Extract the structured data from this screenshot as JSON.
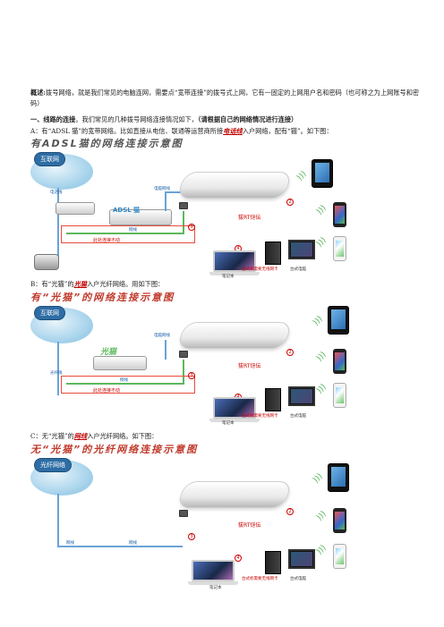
{
  "overview": {
    "label": "概述:",
    "text": "拨号网络，就是我们常见的电脑连网，需要点“宽带连接”的拨号式上网，它有一固定的上网用户名和密码（也可称之为上网账号和密码）"
  },
  "section1": {
    "heading": "一、线路的连接",
    "text": "。我们常见的几种拨号网络连接情况如下，",
    "note": "（请根据自己的网络情况进行连接）"
  },
  "itemA": {
    "prefix": "A：有“ADSL 猫”的宽带网络。比如直接从电信、联通等运营商所接",
    "highlight": "电话线",
    "suffix": "入户网络，配有“猫”。如下图："
  },
  "itemB": {
    "prefix": "B：有“光猫”的",
    "highlight": "光猫",
    "suffix": "入户光纤网络。用如下图："
  },
  "itemC": {
    "prefix": "C：无“光猫”的",
    "highlight": "网线",
    "suffix": "入户光纤网络。如下图："
  },
  "diagramA": {
    "title": "有ADSL猫的网络连接示意图",
    "cloud": "互联网",
    "modem": "ADSL 猫",
    "router": "拔RT伢伝",
    "bottom_note": "此处连接不动",
    "laptop": "笔记本",
    "desktop": "台式机需要无线网卡",
    "pc": "台式电脑",
    "wire1": "电话线",
    "wire2": "网线",
    "wire3": "电脑网线"
  },
  "diagramB": {
    "title": "有“光猫”的网络连接示意图",
    "cloud": "互联网",
    "modem": "光猫",
    "router": "拔RT伢伝",
    "bottom_note": "此处连接不动",
    "laptop": "笔记本",
    "desktop": "台式机需要无线网卡",
    "pc": "台式电脑",
    "wire1": "光纤线",
    "wire2": "网线",
    "wire3": "电脑网线"
  },
  "diagramC": {
    "title": "无“光猫”的光纤网络连接示意图",
    "cloud": "光纤网络",
    "router": "拔RT伢伝",
    "laptop": "笔记本",
    "desktop": "台式机需要无线网卡",
    "pc": "台式电脑",
    "wire1": "网线",
    "wire2": "网线"
  },
  "colors": {
    "accent_red": "#c00000",
    "wire_green": "#5cb85c",
    "wire_blue": "#6aa3d8"
  }
}
